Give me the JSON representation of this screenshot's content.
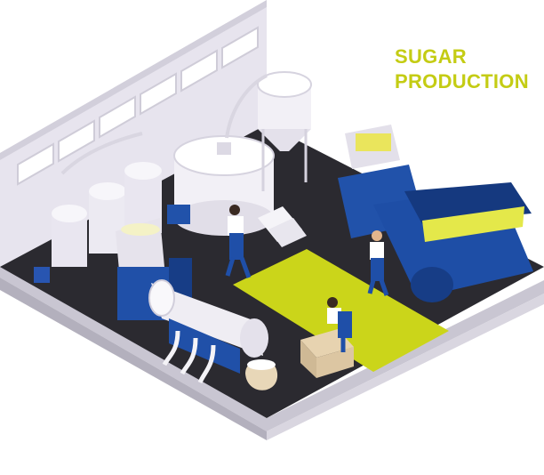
{
  "title": {
    "line1": "SUGAR",
    "line2": "PRODUCTION"
  },
  "colors": {
    "accent_text": "#c4cc14",
    "work_area": "#cbd51a",
    "floor": "#2b2a30",
    "wall": "#e7e4ee",
    "machine_blue": "#1f4fa8",
    "tank_white": "#f2f0f6",
    "sugar_pile": "#e4e84a"
  },
  "scene": {
    "objects": [
      "storage-tanks",
      "mixing-tank",
      "tall-silo",
      "centrifuge-dryer",
      "shredder-machine",
      "sugar-sack",
      "stacked-sacks",
      "workers"
    ]
  }
}
